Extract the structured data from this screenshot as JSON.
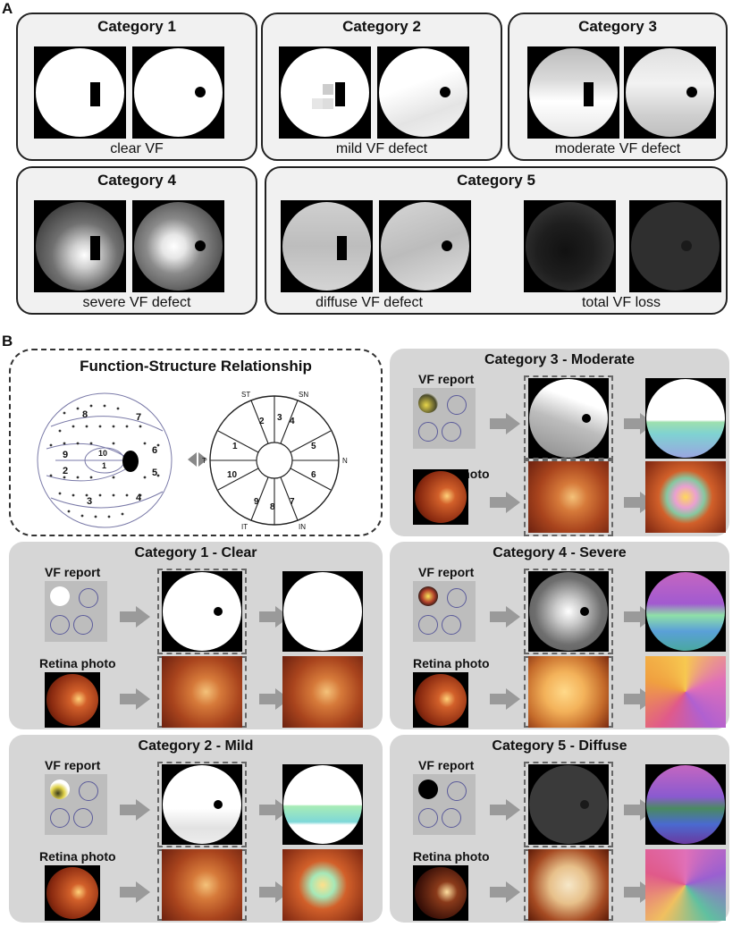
{
  "panelA": {
    "letter": "A",
    "categories": [
      {
        "title": "Category 1",
        "caption": "clear VF"
      },
      {
        "title": "Category 2",
        "caption": "mild VF defect"
      },
      {
        "title": "Category 3",
        "caption": "moderate VF defect"
      },
      {
        "title": "Category 4",
        "caption": "severe VF defect"
      },
      {
        "title": "Category 5",
        "caption_left": "diffuse VF defect",
        "caption_right": "total VF loss"
      }
    ]
  },
  "panelB": {
    "letter": "B",
    "fsr": {
      "title": "Function-Structure Relationship",
      "vf_numbers": [
        "8",
        "7",
        "9",
        "6",
        "10",
        "2",
        "1",
        "5",
        "3",
        "4"
      ],
      "sector_labels": {
        "top_left": "ST",
        "top_right": "SN",
        "right": "N",
        "left": "T",
        "bottom_left": "IT",
        "bottom_right": "IN"
      },
      "sector_numbers": [
        "2",
        "3",
        "4",
        "1",
        "5",
        "10",
        "6",
        "9",
        "8",
        "7"
      ]
    },
    "boxes": [
      {
        "title": "Category 3 - Moderate"
      },
      {
        "title": "Category 1 - Clear"
      },
      {
        "title": "Category 4 - Severe"
      },
      {
        "title": "Category 2 - Mild"
      },
      {
        "title": "Category 5 - Diffuse"
      }
    ],
    "vf_report_label": "VF report",
    "retina_label": "Retina photo"
  },
  "colors": {
    "box_bg": "#d6d6d6",
    "catbox_bg": "#f1f1f1",
    "dash": "#666666"
  }
}
